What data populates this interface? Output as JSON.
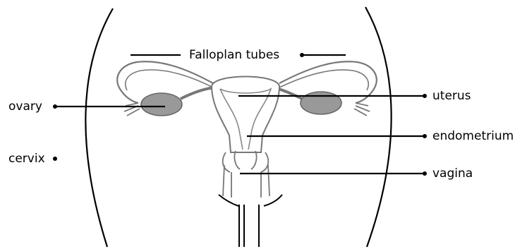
{
  "labels": {
    "fallopian_tubes": "Falloplan tubes",
    "ovary": "ovary",
    "cervix": "cervix",
    "uterus": "uterus",
    "endometrium": "endometrium",
    "vagina": "vagina"
  },
  "colors": {
    "line": "#000000",
    "organ_outline": "#666666",
    "ovary_fill": "#999999",
    "background": "#ffffff"
  }
}
